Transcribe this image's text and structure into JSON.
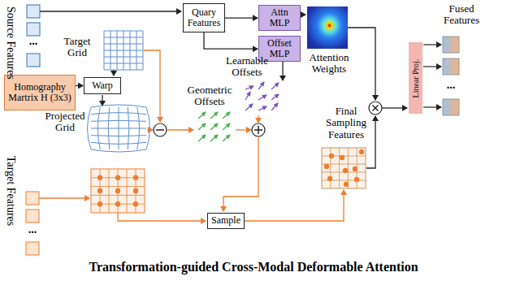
{
  "diagram": {
    "caption": "Transformation-guided Cross-Modal Deformable Attention",
    "nodes": [
      {
        "text": [
          "Quary Features"
        ]
      },
      {
        "text": [
          "Attn MLP"
        ]
      },
      {
        "text": [
          "Offset MLP"
        ]
      },
      {
        "text": [
          "Homography Martrix H (3x3)"
        ]
      },
      {
        "text": [
          "Warp"
        ]
      },
      {
        "text": [
          "Sample"
        ]
      },
      {
        "text": [
          "Linear Proj."
        ]
      }
    ],
    "edges": [
      {
        "from": 0,
        "to": 1,
        "arrow": "to"
      },
      {
        "from": 0,
        "to": 2,
        "arrow": "to"
      },
      {
        "from": 3,
        "to": 4,
        "arrow": "to"
      }
    ],
    "labels": [
      "Source Features",
      "...",
      "Target Grid",
      "Learnable Offsets",
      "Attention Weights",
      "Fused Features",
      "Projected Grid",
      "Geometric Offsets",
      "Final Sampling Features",
      "Target Features",
      "...",
      "..."
    ]
  }
}
